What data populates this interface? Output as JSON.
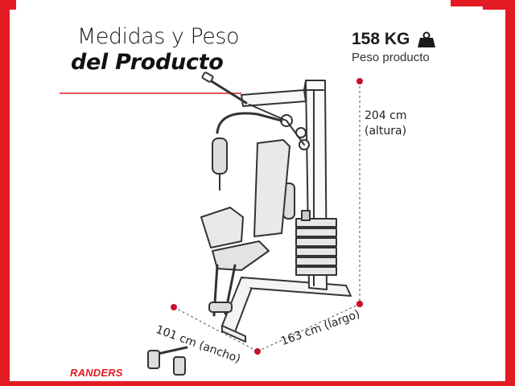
{
  "title": {
    "line1": "Medidas y Peso",
    "line2": "del Producto"
  },
  "weight": {
    "value": "158 KG",
    "label": "Peso producto",
    "icon": "weight-icon"
  },
  "dimensions": {
    "height_value": "204 cm",
    "height_label": "(altura)",
    "width": "101 cm (ancho)",
    "length": "163 cm (largo)"
  },
  "brand": "RANDERS",
  "colors": {
    "accent": "#e31b23",
    "line": "#333333",
    "dot": "#c8102e"
  }
}
